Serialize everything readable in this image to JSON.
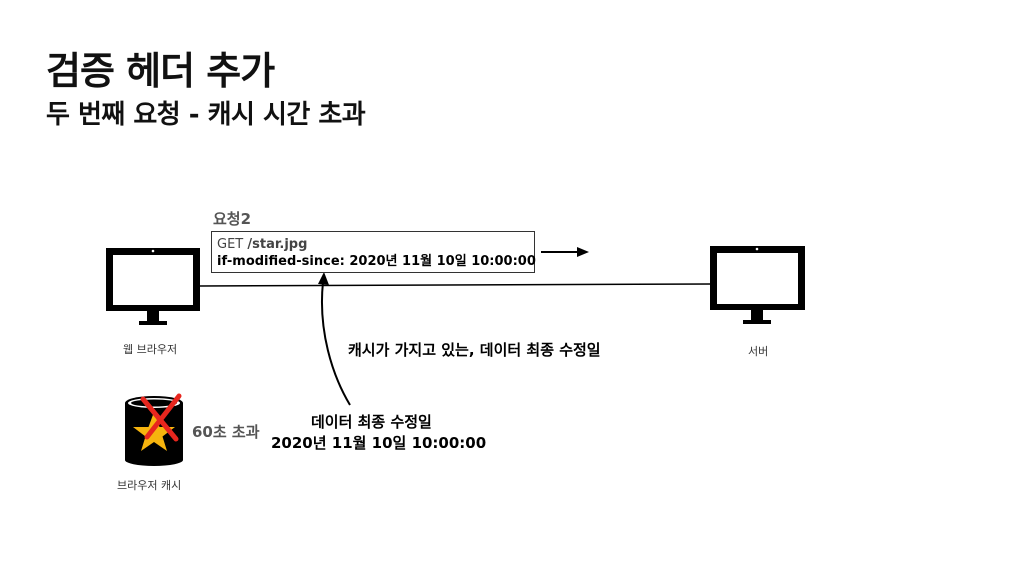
{
  "header": {
    "title": "검증 헤더 추가",
    "subtitle": "두 번째 요청 - 캐시 시간 초과"
  },
  "request": {
    "label": "요청2",
    "method": "GET",
    "path": "/star.jpg",
    "header_line": "if-modified-since: 2020년 11월 10일 10:00:00"
  },
  "nodes": {
    "browser_label": "웹 브라우저",
    "server_label": "서버",
    "cache_label": "브라우저 캐시"
  },
  "cache": {
    "expired_label": "60초 초과"
  },
  "annotations": {
    "cache_note": "캐시가 가지고 있는, 데이터 최종 수정일",
    "modified_label": "데이터 최종 수정일",
    "modified_value": "2020년 11월 10일 10:00:00"
  },
  "colors": {
    "cross": "#e8261e",
    "star": "#f6b40e",
    "device": "#000000"
  }
}
